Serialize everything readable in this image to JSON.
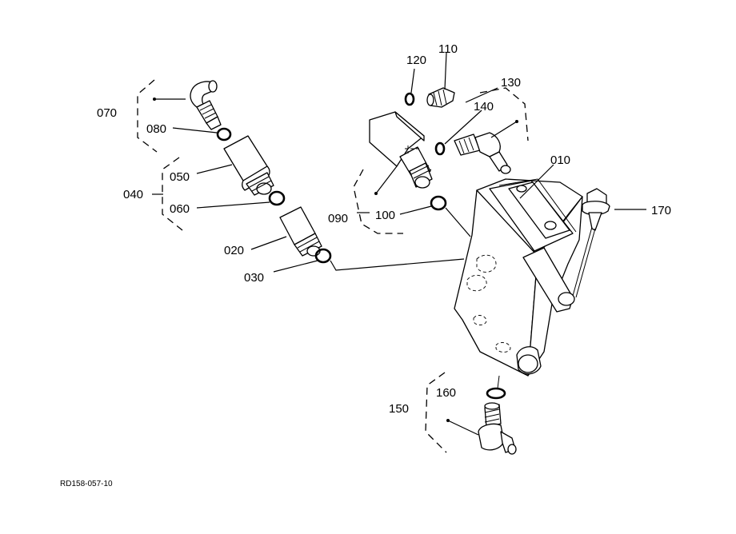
{
  "callouts": {
    "c010": "010",
    "c020": "020",
    "c030": "030",
    "c040": "040",
    "c050": "050",
    "c060": "060",
    "c070": "070",
    "c080": "080",
    "c090": "090",
    "c100": "100",
    "c110": "110",
    "c120": "120",
    "c130": "130",
    "c140": "140",
    "c150": "150",
    "c160": "160",
    "c170": "170"
  },
  "reference_code": "RD158-057-10"
}
